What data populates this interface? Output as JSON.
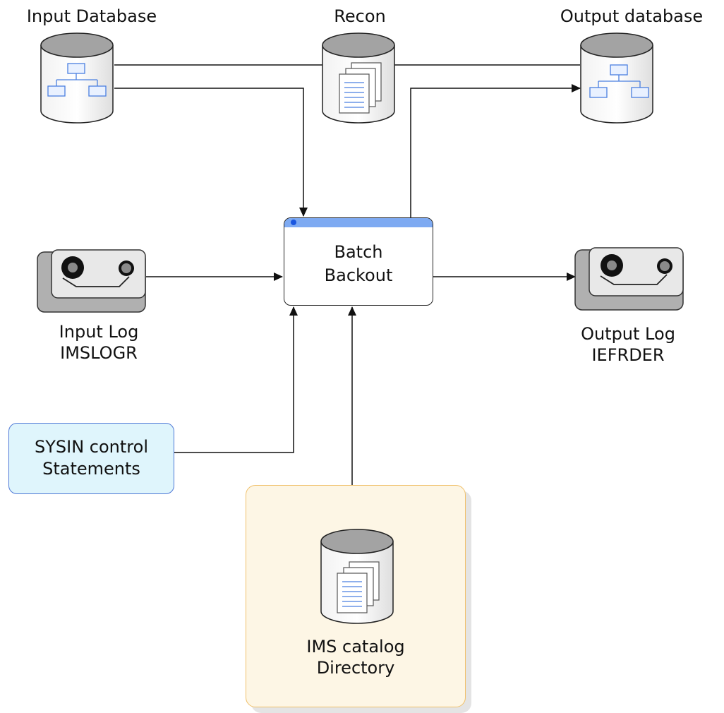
{
  "nodes": {
    "input_database": {
      "label": "Input Database"
    },
    "recon": {
      "label": "Recon"
    },
    "output_database": {
      "label": "Output database"
    },
    "batch_backout": {
      "line1": "Batch",
      "line2": "Backout"
    },
    "input_log": {
      "line1": "Input Log",
      "line2": "IMSLOGR"
    },
    "output_log": {
      "line1": "Output Log",
      "line2": "IEFRDER"
    },
    "sysin": {
      "line1": "SYSIN control",
      "line2": "Statements"
    },
    "ims_catalog": {
      "line1": "IMS catalog",
      "line2": "Directory"
    }
  },
  "colors": {
    "process_bar": "#7eaaf2",
    "sysin_fill": "#dff5fc",
    "sysin_border": "#4f78d6",
    "catalog_fill": "#fdf6e5",
    "catalog_border": "#f0c06a",
    "cylinder_top": "#a3a3a3",
    "tape_body": "#e8e8e8",
    "icon_blue": "#4a7fe0"
  },
  "icons": {
    "database": "database-cylinder-icon",
    "recon": "document-stack-cylinder-icon",
    "tape": "tape-drive-icon"
  }
}
